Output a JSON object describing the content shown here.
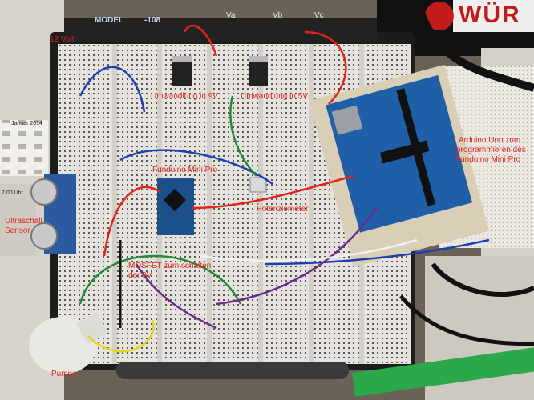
{
  "labels": {
    "volt": "12 Volt",
    "conv9": "Umwandlung in 9V",
    "conv5": "Umwandlung in 5V",
    "arduino_note_1": "Arduino Uno zum",
    "arduino_note_2": "programmieren des",
    "arduino_note_3": "Funduino Mini Pro",
    "funduino": "Funduino Mini Pro",
    "poti": "Potenziometer",
    "ultra_1": "Ultraschall",
    "ultra_2": "Sensor",
    "mosfet_1": "MOSFET zum schalten",
    "mosfet_2": "der 9V",
    "pump": "Pumpe"
  },
  "background_text": {
    "brand": "WÜR",
    "month": "Januar 2014",
    "time": "7.00 Uhr",
    "board_brand": "MODEL",
    "board_brand_2": "-108",
    "power_va": "Va",
    "power_vb": "Vb",
    "power_vc": "Vc"
  },
  "colors": {
    "annotation": "#e0241b",
    "breadboard": "#e7e4df",
    "board_frame": "#1c1c1c",
    "arduino": "#1f5fa8",
    "funduino": "#1e4f8d"
  }
}
